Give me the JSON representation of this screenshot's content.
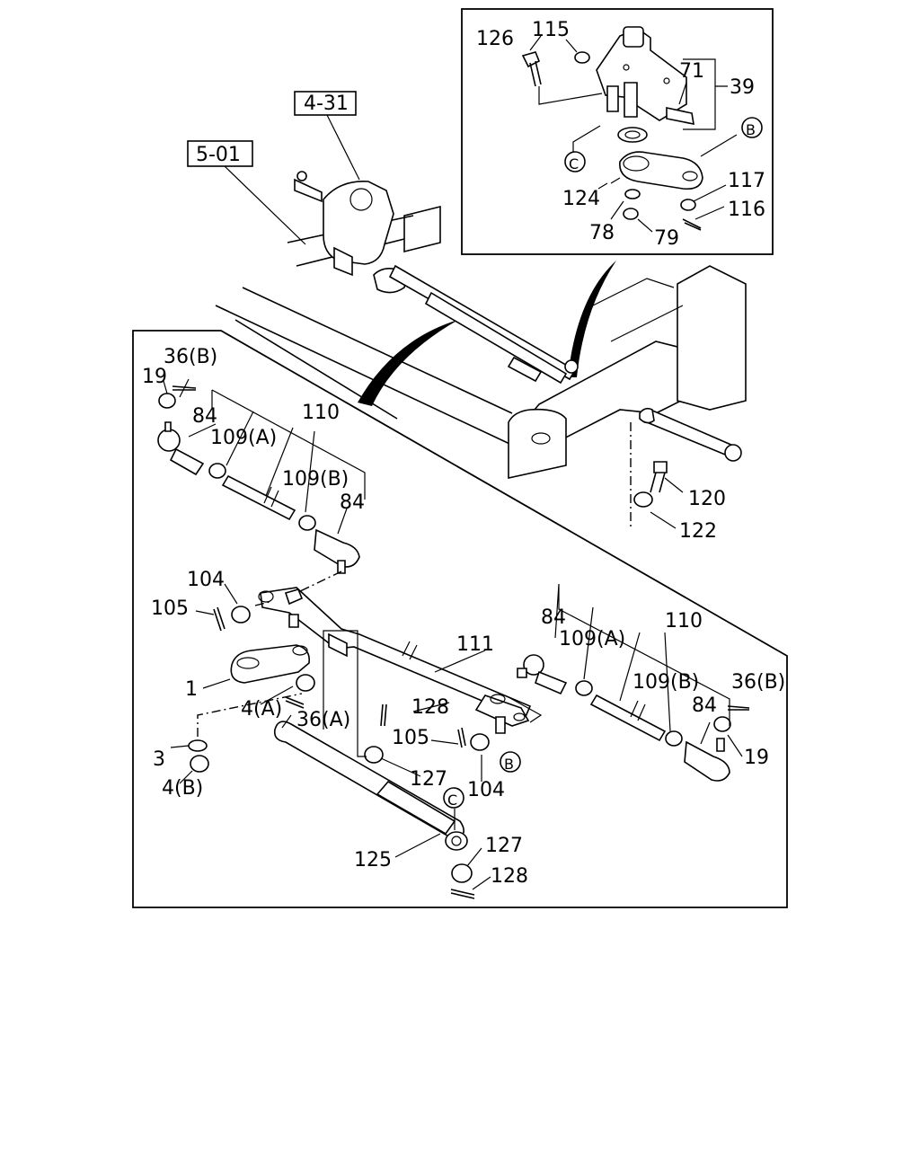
{
  "diagram": {
    "reference_boxes": [
      "4-31",
      "5-01"
    ],
    "callouts": {
      "c126": "126",
      "c115": "115",
      "c71": "71",
      "c39": "39",
      "c124": "124",
      "c117": "117",
      "c116": "116",
      "c78": "78",
      "c79": "79",
      "c36b_top": "36(B)",
      "c19_top": "19",
      "c84_top1": "84",
      "c109a_top": "109(A)",
      "c110_top": "110",
      "c109b_top": "109(B)",
      "c84_top2": "84",
      "c120": "120",
      "c122": "122",
      "c104_top": "104",
      "c105_top": "105",
      "c1": "1",
      "c4a": "4(A)",
      "c36a": "36(A)",
      "c3": "3",
      "c4b": "4(B)",
      "c111": "111",
      "c128_mid": "128",
      "c105_mid": "105",
      "c127_mid": "127",
      "c104_mid": "104",
      "c125": "125",
      "c127_bot": "127",
      "c128_bot": "128",
      "c84_right1": "84",
      "c109a_right": "109(A)",
      "c110_right": "110",
      "c109b_right": "109(B)",
      "c36b_right": "36(B)",
      "c84_right2": "84",
      "c19_right": "19"
    },
    "circle_markers": {
      "b_inset": "B",
      "c_inset": "C",
      "b_main": "B",
      "c_main": "C"
    }
  }
}
